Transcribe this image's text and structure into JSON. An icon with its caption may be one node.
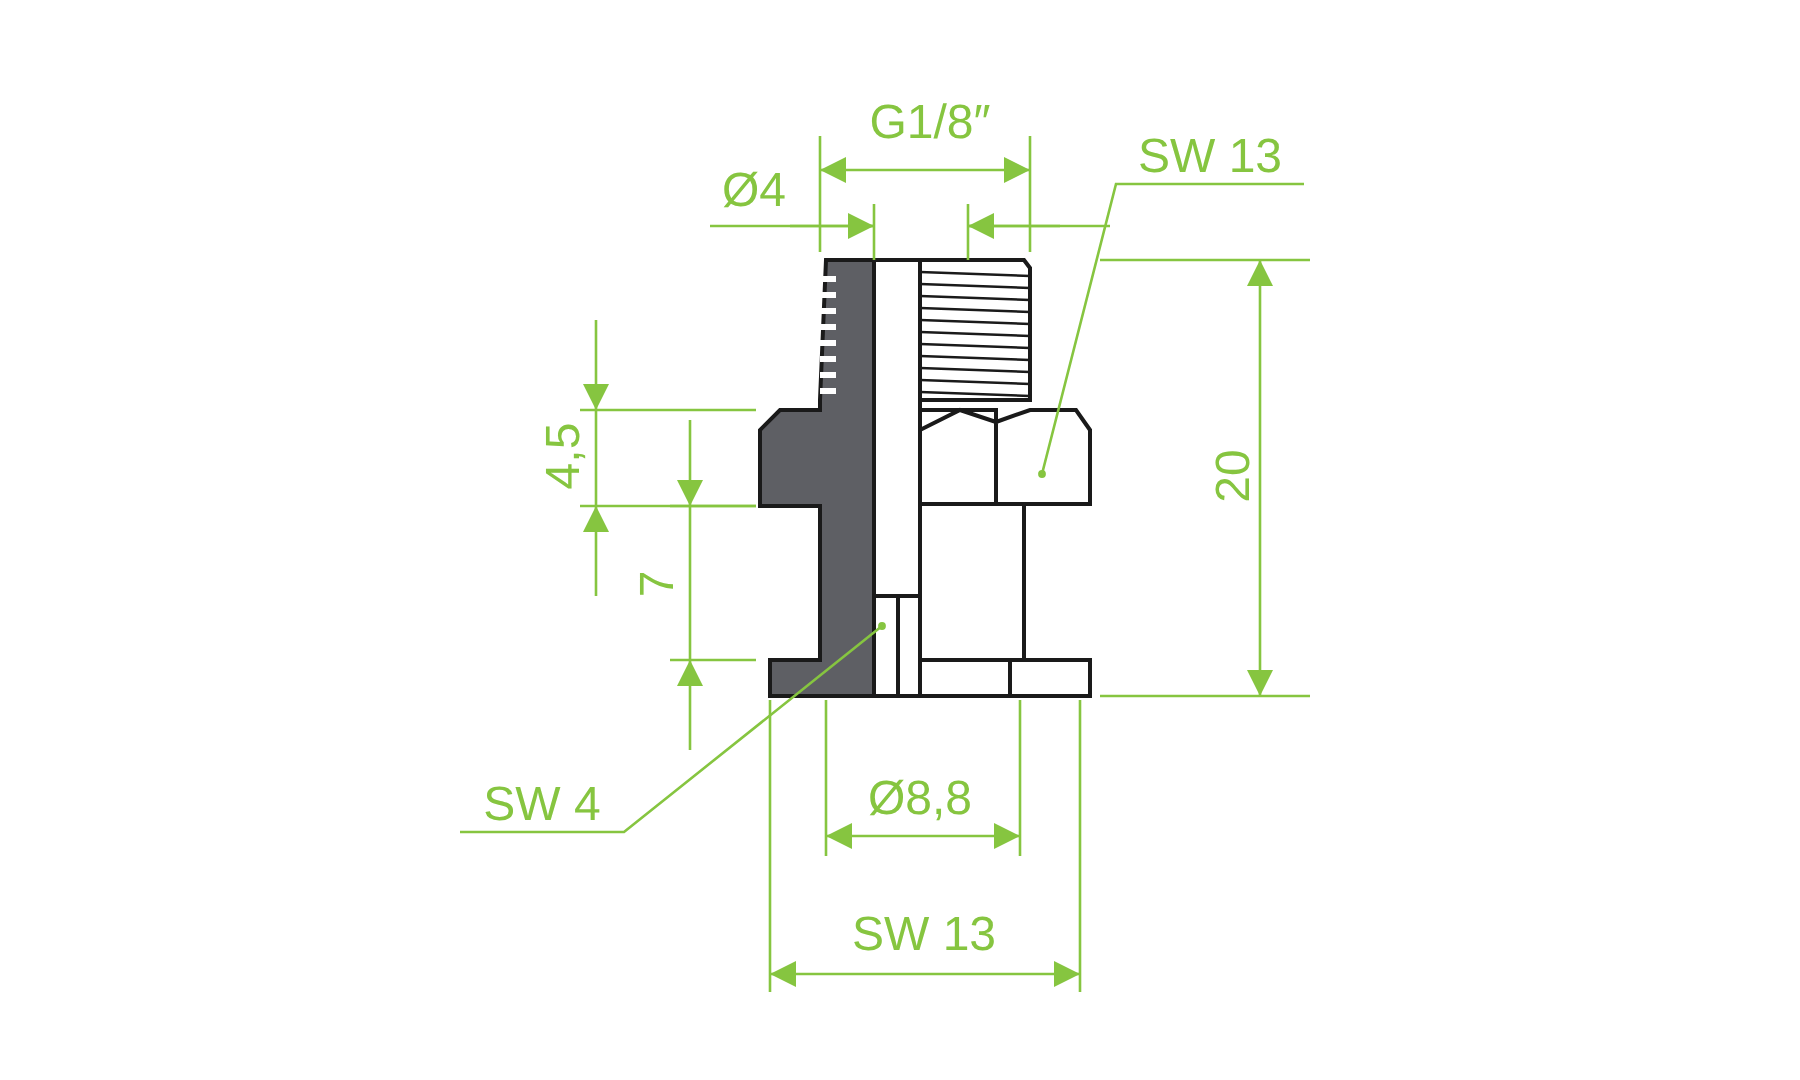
{
  "diagram": {
    "nodes": [
      {
        "text": [
          "SW 13"
        ]
      },
      {
        "text": [],
        "shape": "box"
      },
      {
        "text": [
          "SW 4"
        ]
      },
      {
        "text": [],
        "shape": "box"
      }
    ],
    "edges": [
      {
        "from": 0,
        "to": 1,
        "arrow": "other"
      },
      {
        "from": 2,
        "to": 3,
        "arrow": "other"
      }
    ],
    "labels": [
      "G1/8″",
      "Ø4",
      "20",
      "4,5",
      "7",
      "Ø8,8",
      "SW 13"
    ]
  }
}
